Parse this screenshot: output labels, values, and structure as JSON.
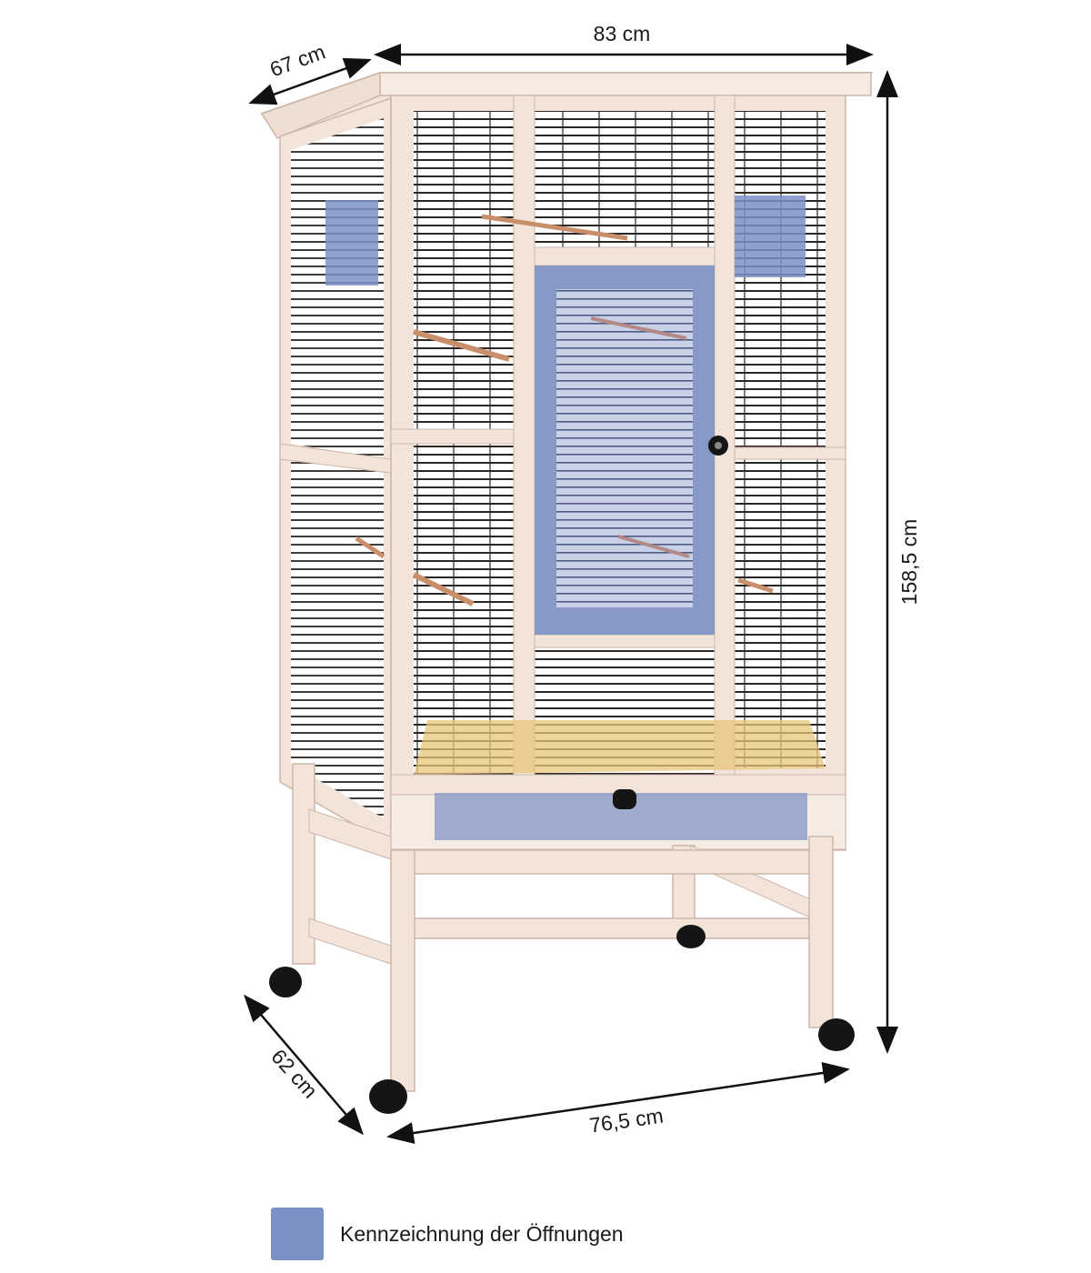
{
  "dimensions": {
    "roof_depth": "67 cm",
    "roof_width": "83 cm",
    "height": "158,5 cm",
    "base_depth": "62 cm",
    "base_width": "76,5 cm"
  },
  "legend": {
    "label": "Kennzeichnung der Öffnungen"
  },
  "colors": {
    "opening_marker": "#7b90c4",
    "wood": "#f3e4da",
    "wood_edge": "#cdb7a9",
    "bars": "#2a2624",
    "perch": "#c98f6b",
    "floor": "#e8c57a",
    "wheel": "#151515",
    "arrow": "#111111"
  },
  "icons": {
    "wheel": "caster-wheel-icon",
    "handle": "door-knob-icon"
  }
}
